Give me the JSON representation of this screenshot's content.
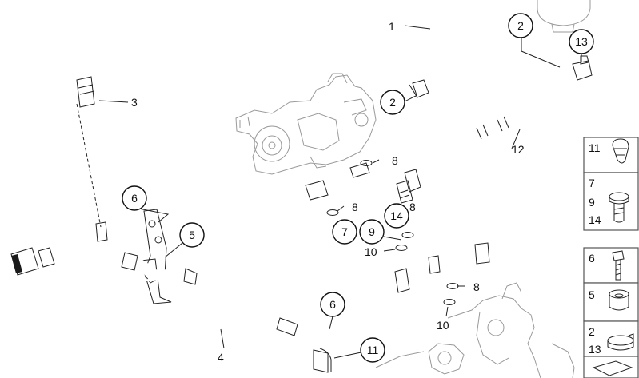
{
  "callouts": {
    "c1": "1",
    "c2a": "2",
    "c2b": "2",
    "c3": "3",
    "c4": "4",
    "c5": "5",
    "c6a": "6",
    "c6b": "6",
    "c7": "7",
    "c8a": "8",
    "c8b": "8",
    "c8c": "8",
    "c8d": "8",
    "c9": "9",
    "c10a": "10",
    "c10b": "10",
    "c11": "11",
    "c12": "12",
    "c13": "13",
    "c14": "14"
  },
  "parts_index": [
    {
      "labels": [
        "11"
      ]
    },
    {
      "labels": [
        "7",
        "9",
        "14"
      ]
    },
    {
      "labels": [
        "6"
      ]
    },
    {
      "labels": [
        "5"
      ]
    },
    {
      "labels": [
        "2",
        "13"
      ]
    }
  ]
}
